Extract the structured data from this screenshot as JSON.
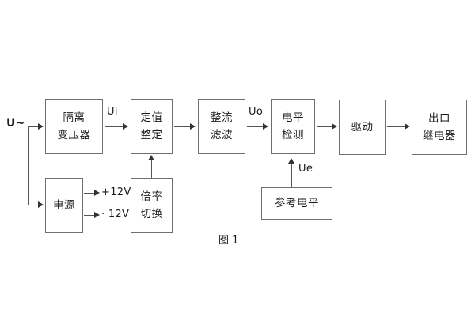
{
  "figure": {
    "caption": "图 1",
    "input_label": "U~",
    "blocks": [
      {
        "id": "isolation-transformer",
        "lines": [
          "隔离",
          "变压器"
        ]
      },
      {
        "id": "power-supply",
        "lines": [
          "电源"
        ]
      },
      {
        "id": "setting-value",
        "lines": [
          "定值",
          "整定"
        ]
      },
      {
        "id": "multiplier-switch",
        "lines": [
          "倍率",
          "切换"
        ]
      },
      {
        "id": "rectifier-filter",
        "lines": [
          "整流",
          "滤波"
        ]
      },
      {
        "id": "level-detection",
        "lines": [
          "电平",
          "检测"
        ]
      },
      {
        "id": "reference-level",
        "lines": [
          "参考电平"
        ]
      },
      {
        "id": "driver",
        "lines": [
          "驱动"
        ]
      },
      {
        "id": "output-relay",
        "lines": [
          "出口",
          "继电器"
        ]
      }
    ],
    "signals": {
      "ui": "Ui",
      "uo": "Uo",
      "ue": "Ue",
      "rail_positive": "+12V",
      "rail_negative": "· 12V"
    },
    "colors": {
      "block_border": "#6f6f6f",
      "line": "#555555",
      "text": "#1c1c1c",
      "background": "#ffffff"
    }
  }
}
